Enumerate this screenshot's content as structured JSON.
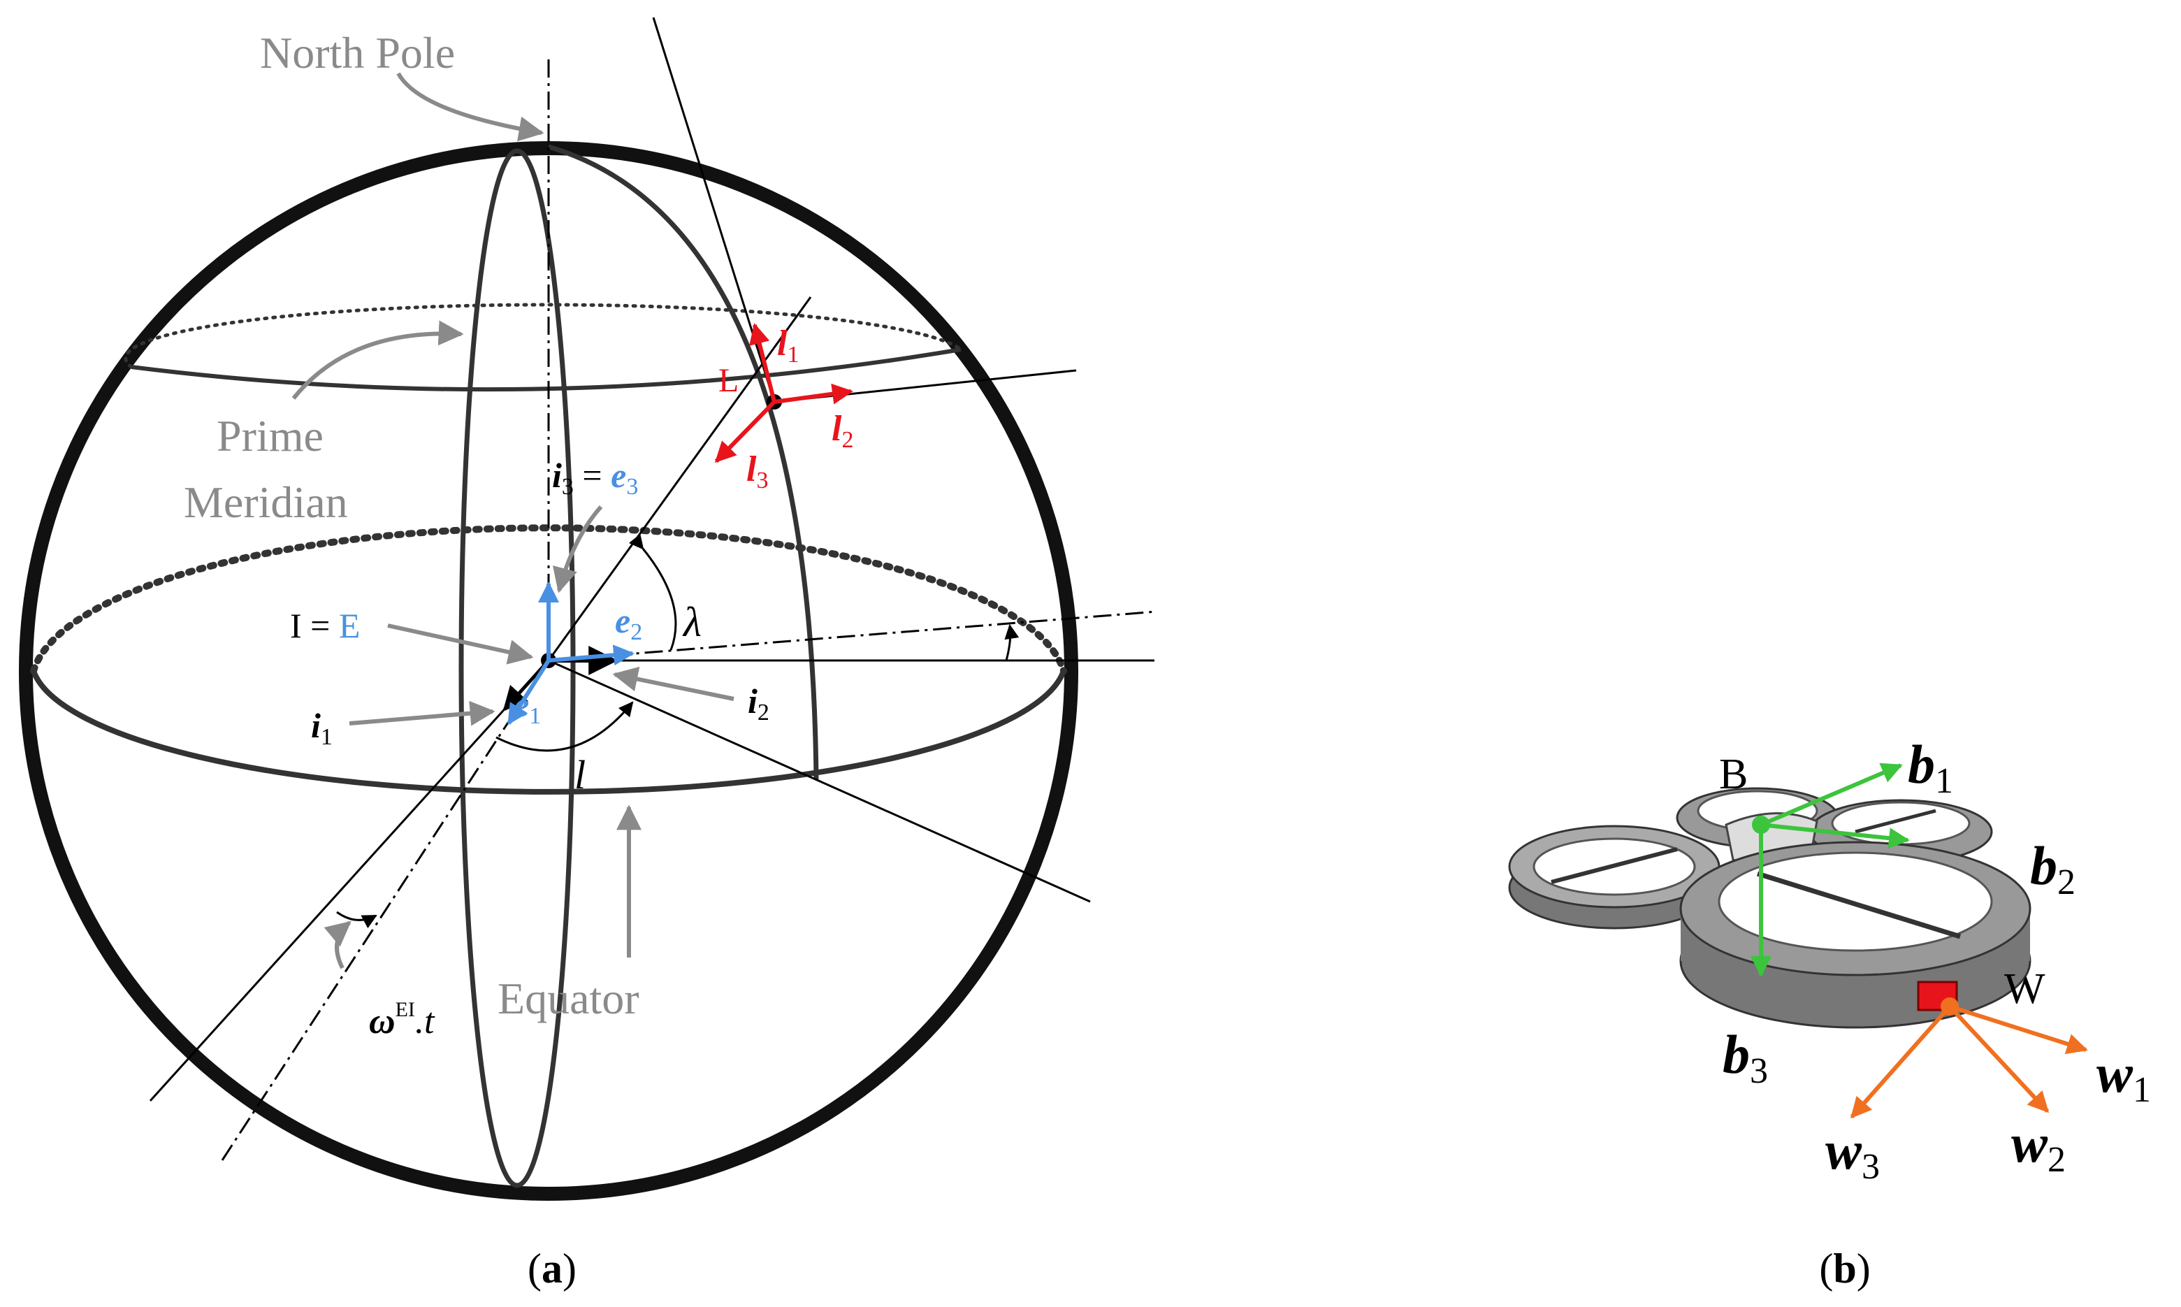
{
  "panel_a": {
    "caption_open": "(",
    "caption_letter": "a",
    "caption_close": ")",
    "north_pole": "North Pole",
    "prime_meridian_line1": "Prime",
    "prime_meridian_line2": "Meridian",
    "equator": "Equator",
    "point_L": "L",
    "l1": "l",
    "l1_sub": "1",
    "l2": "l",
    "l2_sub": "2",
    "l3": "l",
    "l3_sub": "3",
    "i3": "i",
    "i3_sub": "3",
    "i3_eq": " = ",
    "e3": "e",
    "e3_sub": "3",
    "I_eq": "I = ",
    "E": "E",
    "e2": "e",
    "e2_sub": "2",
    "e1": "e",
    "e1_sub": "1",
    "i1": "i",
    "i1_sub": "1",
    "i2": "i",
    "i2_sub": "2",
    "lambda": "λ",
    "longitude_l": "l",
    "omega": "ω",
    "omega_sup": "EI",
    "omega_t": ".t"
  },
  "panel_b": {
    "caption_open": "(",
    "caption_letter": "b",
    "caption_close": ")",
    "point_B": "B",
    "point_W": "W",
    "b1": "b",
    "b1_sub": "1",
    "b2": "b",
    "b2_sub": "2",
    "b3": "b",
    "b3_sub": "3",
    "w1": "w",
    "w1_sub": "1",
    "w2": "w",
    "w2_sub": "2",
    "w3": "w",
    "w3_sub": "3"
  },
  "colors": {
    "local_frame": "#e8141c",
    "earth_frame": "#4a90e2",
    "body_frame": "#3cc43c",
    "wind_frame": "#f07020",
    "annotation": "#8a8a8a"
  }
}
